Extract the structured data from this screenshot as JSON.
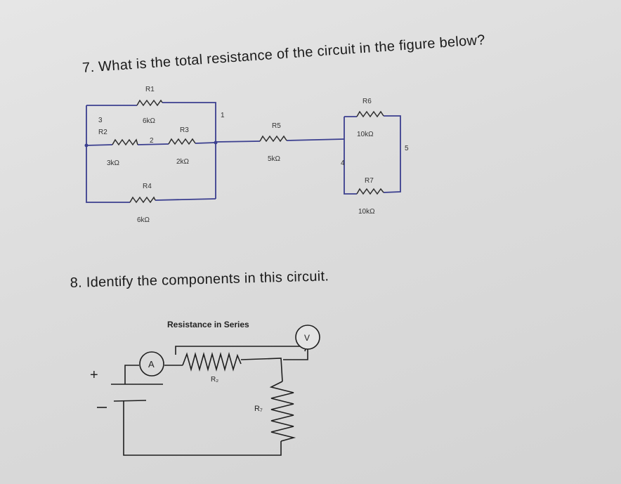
{
  "question7": {
    "number": "7.",
    "text": "What is the total resistance of the circuit in the figure below?"
  },
  "circuit1": {
    "resistors": [
      {
        "name": "R1",
        "value": "6kΩ"
      },
      {
        "name": "R2",
        "value": "3kΩ"
      },
      {
        "name": "R3",
        "value": "2kΩ"
      },
      {
        "name": "R4",
        "value": "6kΩ"
      },
      {
        "name": "R5",
        "value": "5kΩ"
      },
      {
        "name": "R6",
        "value": "10kΩ"
      },
      {
        "name": "R7",
        "value": "10kΩ"
      }
    ],
    "nodes": [
      "1",
      "2",
      "3",
      "4",
      "5"
    ]
  },
  "question8": {
    "number": "8.",
    "text": "Identify the components in this circuit."
  },
  "circuit2": {
    "title": "Resistance in Series",
    "voltmeter": "V",
    "ammeter": "A",
    "plus": "+",
    "r_top": "R₂",
    "r_side": "R₇"
  }
}
